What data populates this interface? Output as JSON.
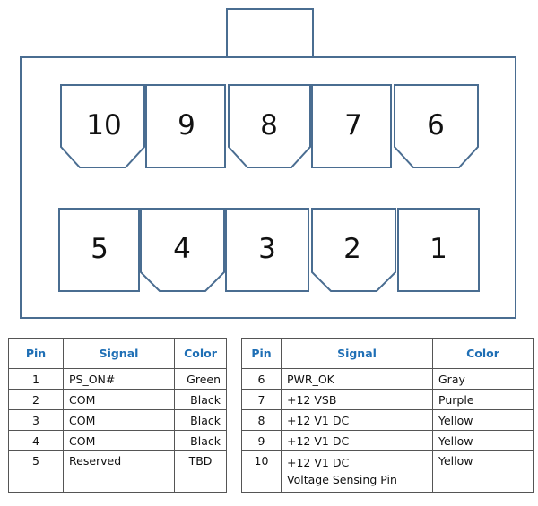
{
  "connector": {
    "pins_top": [
      "10",
      "9",
      "8",
      "7",
      "6"
    ],
    "pins_bottom": [
      "5",
      "4",
      "3",
      "2",
      "1"
    ],
    "stroke_color": "#4a6d91",
    "text_color": "#111111"
  },
  "table": {
    "headers": {
      "pin": "Pin",
      "signal": "Signal",
      "color": "Color"
    },
    "header_color": "#1f6fb5",
    "left_rows": [
      {
        "pin": "1",
        "signal": "PS_ON#",
        "color": "Green"
      },
      {
        "pin": "2",
        "signal": "COM",
        "color": "Black"
      },
      {
        "pin": "3",
        "signal": "COM",
        "color": "Black"
      },
      {
        "pin": "4",
        "signal": "COM",
        "color": "Black"
      },
      {
        "pin": "5",
        "signal": "Reserved",
        "color": "TBD"
      }
    ],
    "right_rows": [
      {
        "pin": "6",
        "signal": "PWR_OK",
        "color": "Gray"
      },
      {
        "pin": "7",
        "signal": "+12 VSB",
        "color": "Purple"
      },
      {
        "pin": "8",
        "signal": "+12 V1 DC",
        "color": "Yellow"
      },
      {
        "pin": "9",
        "signal": "+12 V1 DC",
        "color": "Yellow"
      },
      {
        "pin": "10",
        "signal": "+12 V1 DC",
        "signal_line2": "Voltage Sensing Pin",
        "color": "Yellow"
      }
    ]
  }
}
